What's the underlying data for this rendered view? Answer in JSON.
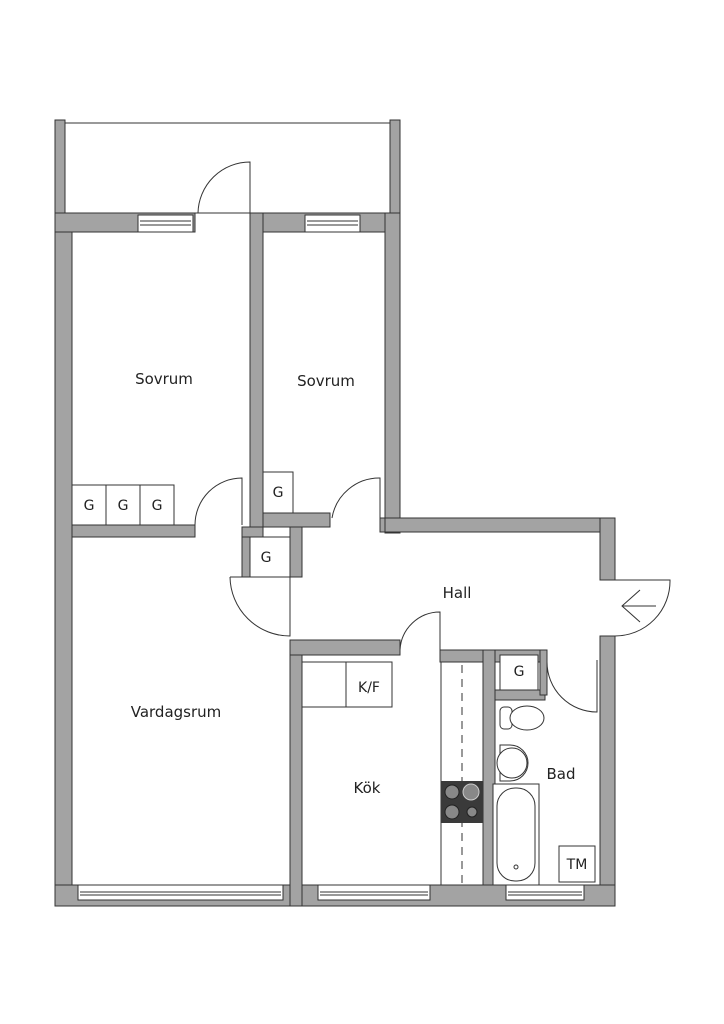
{
  "rooms": {
    "bedroom1": "Sovrum",
    "bedroom2": "Sovrum",
    "living": "Vardagsrum",
    "hall": "Hall",
    "kitchen": "Kök",
    "bath": "Bad"
  },
  "fixtures": {
    "wardrobe_1": "G",
    "wardrobe_2": "G",
    "wardrobe_3": "G",
    "wardrobe_4": "G",
    "wardrobe_5": "G",
    "wardrobe_6": "G",
    "fridge_freezer": "K/F",
    "washer": "TM"
  },
  "colors": {
    "wall": "#a3a3a3",
    "line": "#333333",
    "stove": "#3a3a3a"
  }
}
